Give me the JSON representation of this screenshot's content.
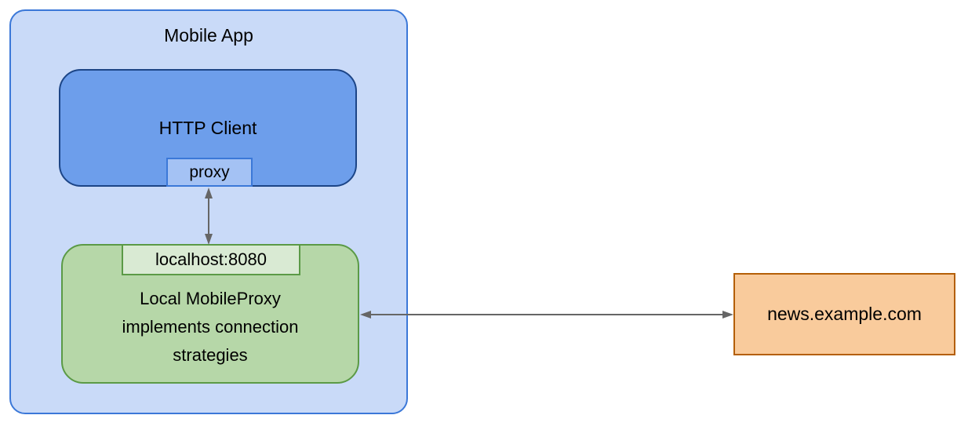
{
  "diagram": {
    "mobile_app": {
      "label": "Mobile App",
      "fill": "#c9daf8",
      "border_color": "#3b78d8"
    },
    "http_client": {
      "label": "HTTP Client",
      "fill": "#6d9eeb",
      "border_color": "#1c4587"
    },
    "proxy_port": {
      "label": "proxy",
      "fill": "#a4c2f4",
      "border_color": "#3b78d8"
    },
    "local_proxy": {
      "port_label": "localhost:8080",
      "port_fill": "#d9ead3",
      "lines": [
        "Local MobileProxy",
        "implements connection",
        "strategies"
      ],
      "fill": "#b6d7a8",
      "border_color": "#5b9a46"
    },
    "server": {
      "label": "news.example.com",
      "fill": "#f9cb9c",
      "border_color": "#b45f06"
    },
    "arrows": {
      "color": "#666666",
      "connections": [
        {
          "from": "proxy",
          "to": "localhost:8080",
          "direction": "bidirectional"
        },
        {
          "from": "Local MobileProxy",
          "to": "news.example.com",
          "direction": "bidirectional"
        }
      ]
    },
    "text_color": "#000000"
  }
}
